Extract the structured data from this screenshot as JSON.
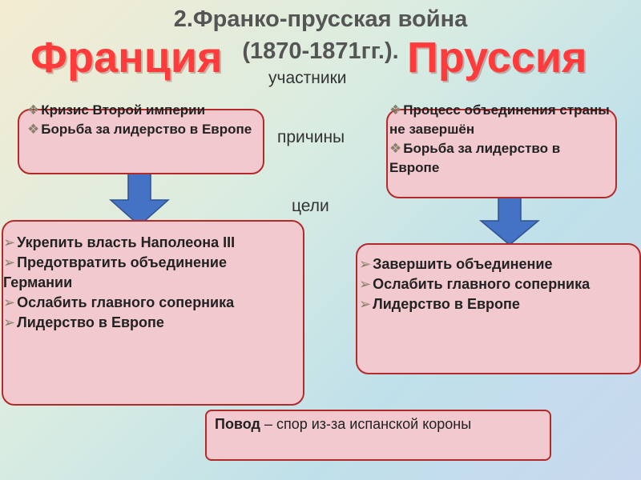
{
  "title": {
    "line1": "2.Франко-прусская война",
    "line2": "(1870-1871гг.)."
  },
  "countries": {
    "france": "Франция",
    "prussia": "Пруссия"
  },
  "labels": {
    "participants": "участники",
    "causes": "причины",
    "goals": "цели"
  },
  "france_causes": [
    "Кризис Второй империи",
    "Борьба за лидерство в Европе"
  ],
  "prussia_causes": [
    "Процесс объединения страны не завершён",
    "Борьба за лидерство в Европе"
  ],
  "france_goals": [
    "Укрепить власть Наполеона III",
    "Предотвратить объединение Германии",
    "Ослабить главного соперника",
    "Лидерство в Европе"
  ],
  "prussia_goals": [
    "Завершить объединение",
    "Ослабить главного соперника",
    "Лидерство в Европе"
  ],
  "pretext": {
    "term": "Повод",
    "text": " – спор из-за испанской короны"
  },
  "bullets": {
    "cause": "❖",
    "goal": "➢"
  },
  "colors": {
    "box_fill": "#f2c9ce",
    "box_border": "#b32a2a",
    "country_red": "#ff3b3b",
    "arrow_blue": "#4472c4"
  }
}
